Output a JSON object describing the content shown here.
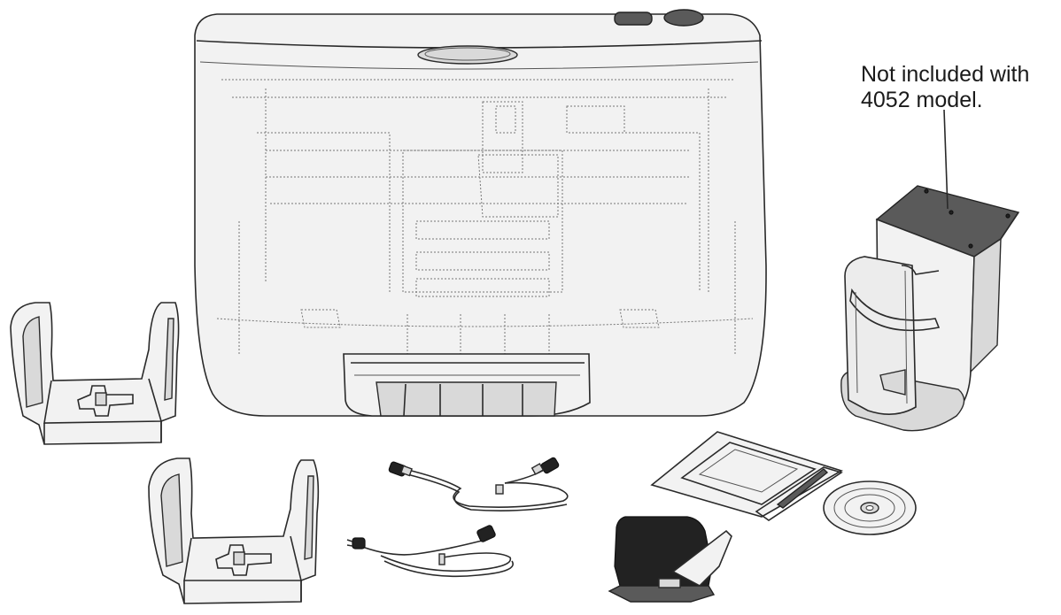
{
  "callout": {
    "line1": "Not included with",
    "line2": "4052 model."
  },
  "items": [
    {
      "name": "disc-publisher-unit"
    },
    {
      "name": "disc-bin-left"
    },
    {
      "name": "disc-bin-front"
    },
    {
      "name": "usb-cable"
    },
    {
      "name": "power-cord"
    },
    {
      "name": "ink-cartridge"
    },
    {
      "name": "documentation-packet"
    },
    {
      "name": "software-disc"
    },
    {
      "name": "reject-bin-kiosk"
    }
  ]
}
